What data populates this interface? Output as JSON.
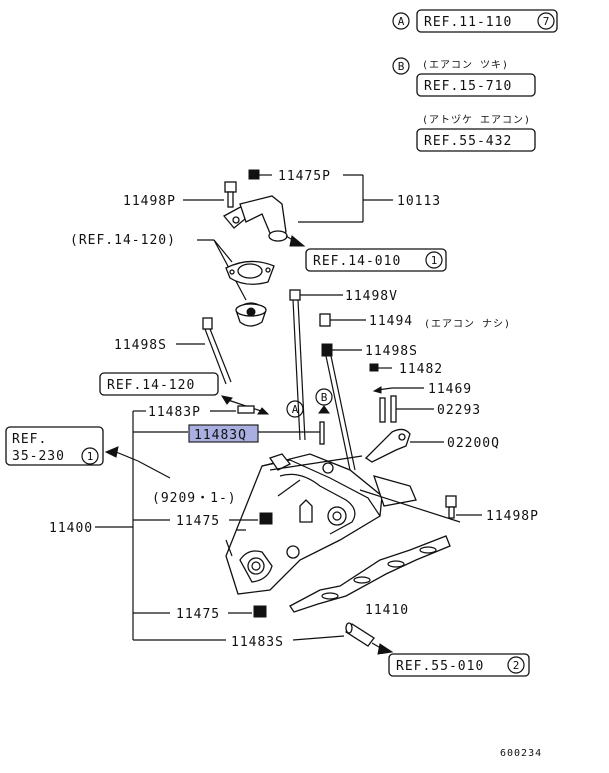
{
  "references": {
    "ref_a": {
      "marker": "A",
      "text": "REF.11-110",
      "sheet": "7"
    },
    "ref_b": {
      "marker": "B",
      "note": "(エアコン ツキ)",
      "text": "REF.15-710"
    },
    "ref_c": {
      "note": "(アトヅケ エアコン)",
      "text": "REF.55-432"
    },
    "ref_d": {
      "text": "REF.14-010",
      "sheet": "1"
    },
    "ref_e": {
      "text": "(REF.14-120)"
    },
    "ref_f": {
      "text": "REF.14-120"
    },
    "ref_g": {
      "line1": "REF.",
      "line2": "35-230",
      "sheet": "1"
    },
    "ref_h": {
      "text": "REF.55-010",
      "sheet": "2"
    },
    "ref_date": "(9209・1-)"
  },
  "markers": {
    "a": "A",
    "b": "B"
  },
  "parts": {
    "p11475P": "11475P",
    "p10113": "10113",
    "p11498P_top": "11498P",
    "p11498V": "11498V",
    "p11494": "11494",
    "p11494_note": "(エアコン ナシ)",
    "p11498S_left": "11498S",
    "p11498S_right": "11498S",
    "p11482": "11482",
    "p11469": "11469",
    "p02293": "02293",
    "p11483P": "11483P",
    "p11483Q": "11483Q",
    "p02200Q": "02200Q",
    "p11400": "11400",
    "p11475_a": "11475",
    "p11498P_right": "11498P",
    "p11410": "11410",
    "p11475_b": "11475",
    "p11483S": "11483S"
  },
  "figure_id": "600234",
  "colors": {
    "highlight": "#a9afe0",
    "line": "#111111",
    "background": "#ffffff"
  }
}
